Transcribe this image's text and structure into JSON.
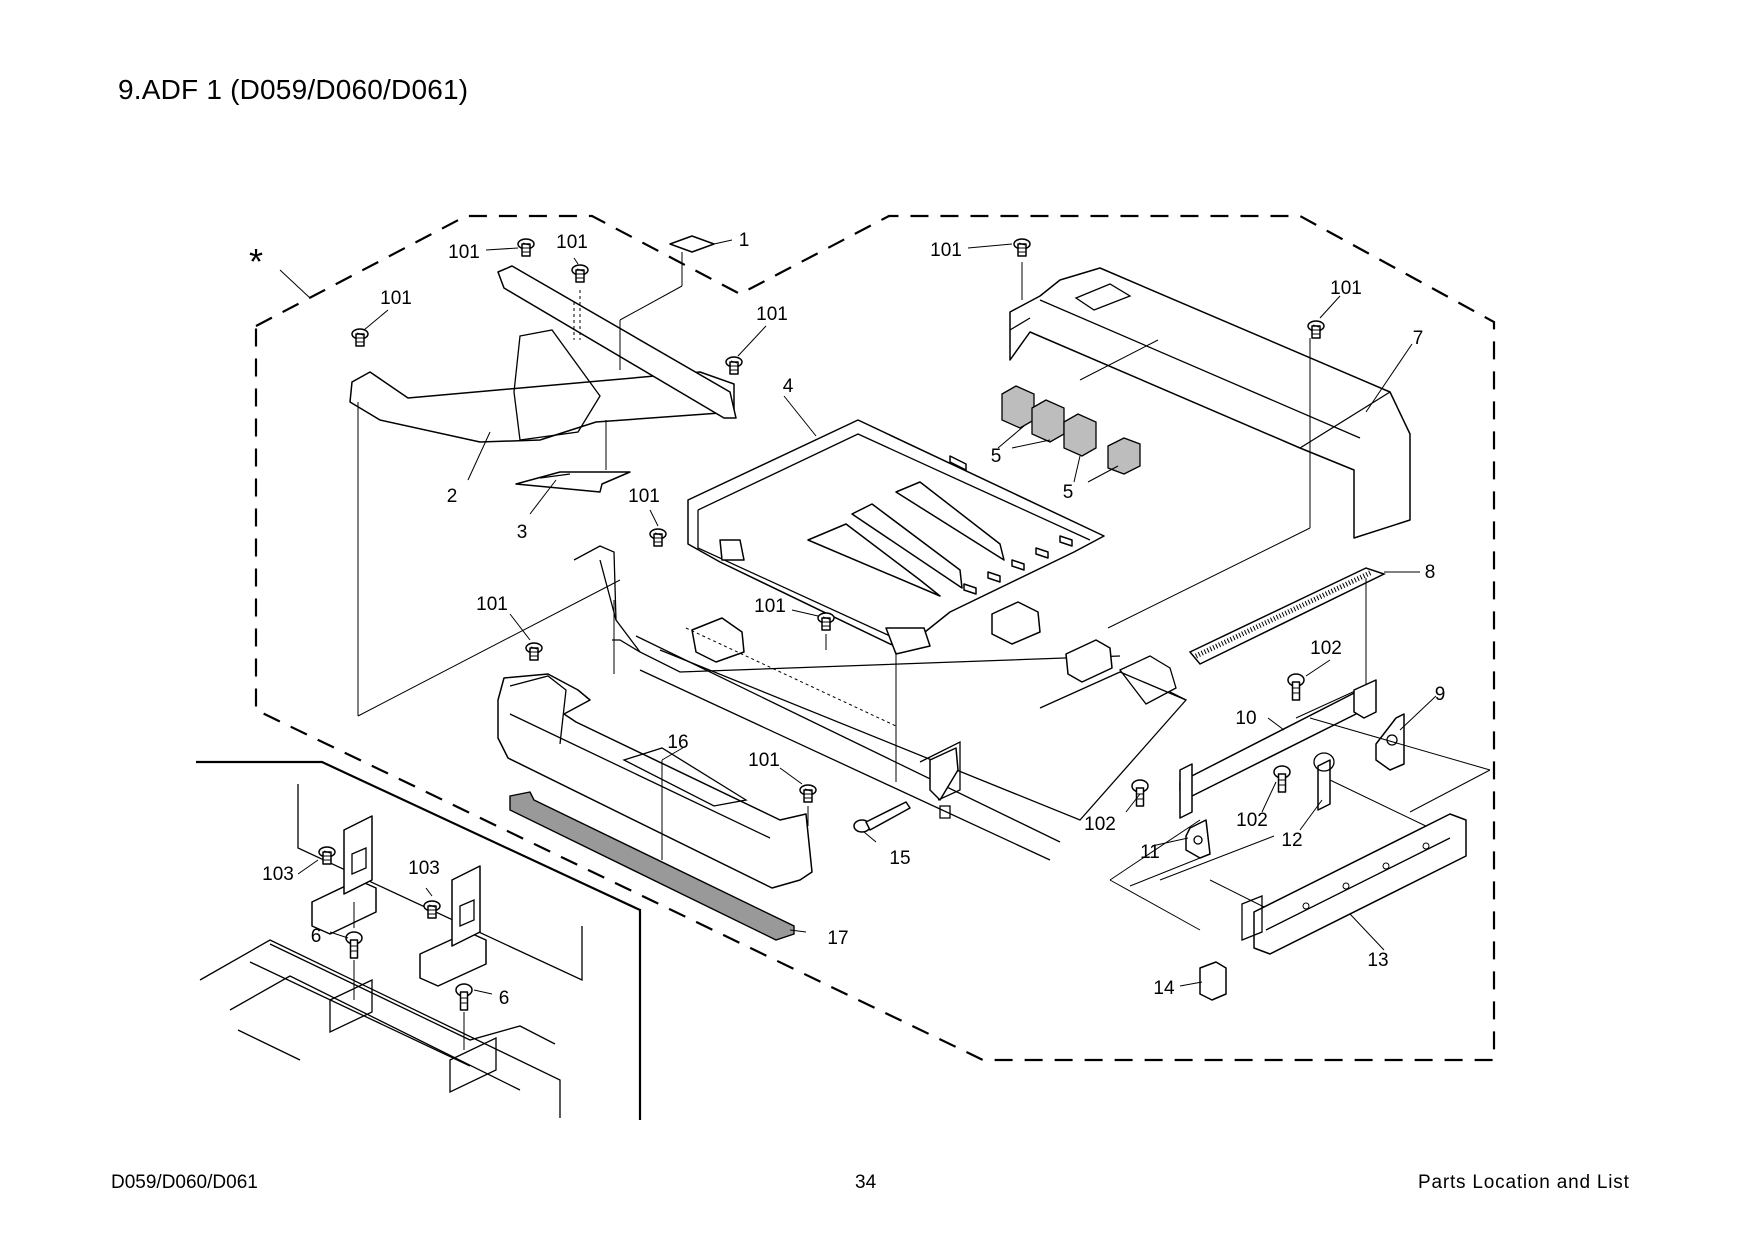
{
  "page": {
    "title": "9.ADF 1 (D059/D060/D061)",
    "footer_left": "D059/D060/D061",
    "footer_center": "34",
    "footer_right": "Parts Location and List"
  },
  "diagram": {
    "marker": "*",
    "callouts": {
      "c1": "1",
      "c2": "2",
      "c3": "3",
      "c4": "4",
      "c5a": "5",
      "c5b": "5",
      "c6a": "6",
      "c6b": "6",
      "c7": "7",
      "c8": "8",
      "c9": "9",
      "c10": "10",
      "c11": "11",
      "c12": "12",
      "c13": "13",
      "c14": "14",
      "c15": "15",
      "c16": "16",
      "c17": "17",
      "c101a": "101",
      "c101b": "101",
      "c101c": "101",
      "c101d": "101",
      "c101e": "101",
      "c101f": "101",
      "c101g": "101",
      "c101h": "101",
      "c101i": "101",
      "c101j": "101",
      "c102a": "102",
      "c102b": "102",
      "c102c": "102",
      "c103a": "103",
      "c103b": "103"
    }
  }
}
